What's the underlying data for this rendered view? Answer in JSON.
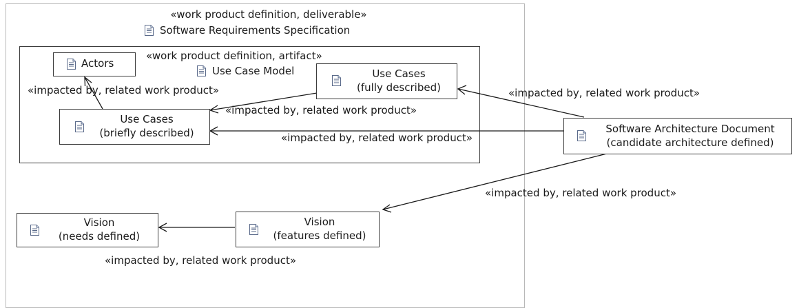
{
  "outer": {
    "stereotype": "«work product definition, deliverable»",
    "title": "Software Requirements Specification"
  },
  "package": {
    "stereotype": "«work product definition, artifact»",
    "title": "Use Case Model"
  },
  "nodes": {
    "actors": {
      "line1": "Actors"
    },
    "use_cases_full": {
      "line1": "Use Cases",
      "line2": "(fully described)"
    },
    "use_cases_brief": {
      "line1": "Use Cases",
      "line2": "(briefly described)"
    },
    "sad": {
      "line1": "Software Architecture Document",
      "line2": "(candidate architecture defined)"
    },
    "vision_needs": {
      "line1": "Vision",
      "line2": "(needs defined)"
    },
    "vision_features": {
      "line1": "Vision",
      "line2": "(features defined)"
    }
  },
  "edges": {
    "brief_to_actors": "«impacted by, related work product»",
    "sad_to_full": "«impacted by, related work product»",
    "full_to_brief": "«impacted by, related work product»",
    "sad_to_brief": "«impacted by, related work product»",
    "sad_to_vision": "«impacted by, related work product»",
    "vision_features_to_needs": "«impacted by, related work product»"
  },
  "icons": {
    "document": "document-icon"
  }
}
